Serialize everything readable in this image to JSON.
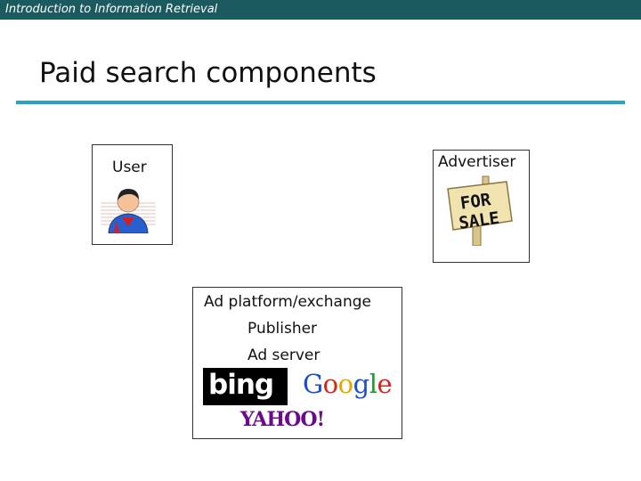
{
  "header": {
    "course_title": "Introduction to Information Retrieval"
  },
  "slide": {
    "title": "Paid search components"
  },
  "user": {
    "label": "User"
  },
  "advertiser": {
    "label": "Advertiser",
    "sign_line1": "FOR",
    "sign_line2": "SALE"
  },
  "platform": {
    "label": "Ad platform/exchange",
    "publisher_label": "Publisher",
    "ad_server_label": "Ad server",
    "logos": {
      "bing": "bing",
      "google_letters": [
        "G",
        "o",
        "o",
        "g",
        "l",
        "e"
      ],
      "yahoo": "YAHOO!"
    }
  },
  "colors": {
    "header_bar": "#1b5b5f",
    "title_rule": "#2aa4c4",
    "google_blue": "#1a4fd0",
    "google_red": "#d6251b",
    "google_yellow": "#e6a600",
    "google_green": "#1e9a2f",
    "yahoo_purple": "#6b0a8a"
  }
}
